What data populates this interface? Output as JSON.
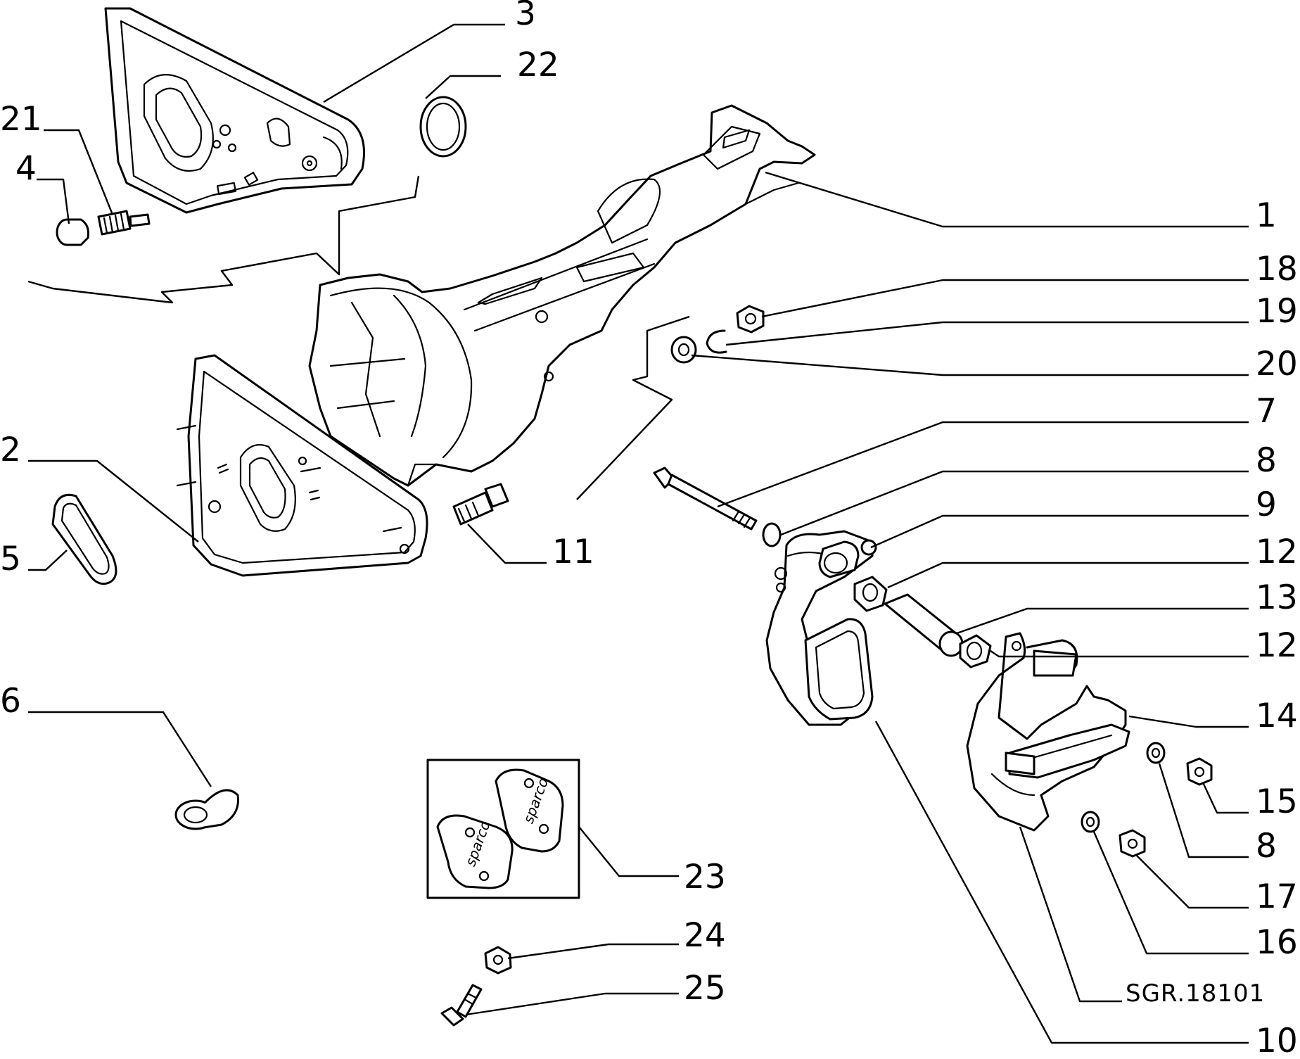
{
  "callouts": {
    "c1": "1",
    "c2": "2",
    "c3": "3",
    "c4": "4",
    "c5": "5",
    "c6": "6",
    "c7": "7",
    "c8a": "8",
    "c8b": "8",
    "c9": "9",
    "c10": "10",
    "c11": "11",
    "c12a": "12",
    "c12b": "12",
    "c13": "13",
    "c14": "14",
    "c15": "15",
    "c16": "16",
    "c17": "17",
    "c18": "18",
    "c19": "19",
    "c20": "20",
    "c21": "21",
    "c22": "22",
    "c23": "23",
    "c24": "24",
    "c25": "25"
  },
  "reference_code": "SGR.18101",
  "pad_brand": "sparco"
}
